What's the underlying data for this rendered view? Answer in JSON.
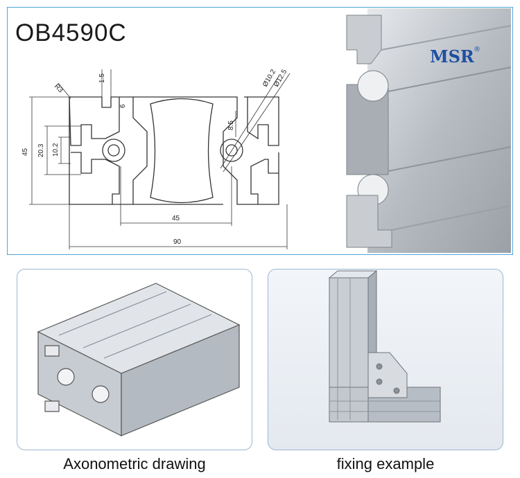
{
  "product": {
    "model": "OB4590C",
    "brand": "MSR",
    "brand_mark": "®"
  },
  "dimensions": {
    "height": "45",
    "slot_height": "20.3",
    "slot_opening": "10.2",
    "wall": "1.5",
    "lip": "6",
    "radius": "R3",
    "bore_inner": "Ø10.2",
    "bore_outer": "Ø12.5",
    "bore_depth": "8.5",
    "pitch": "45",
    "width": "90"
  },
  "captions": {
    "axonometric": "Axonometric drawing",
    "fixing": "fixing example"
  },
  "colors": {
    "frame": "#4fa3d8",
    "aluminum": "#b9bec4",
    "brand": "#1f4fa3"
  }
}
